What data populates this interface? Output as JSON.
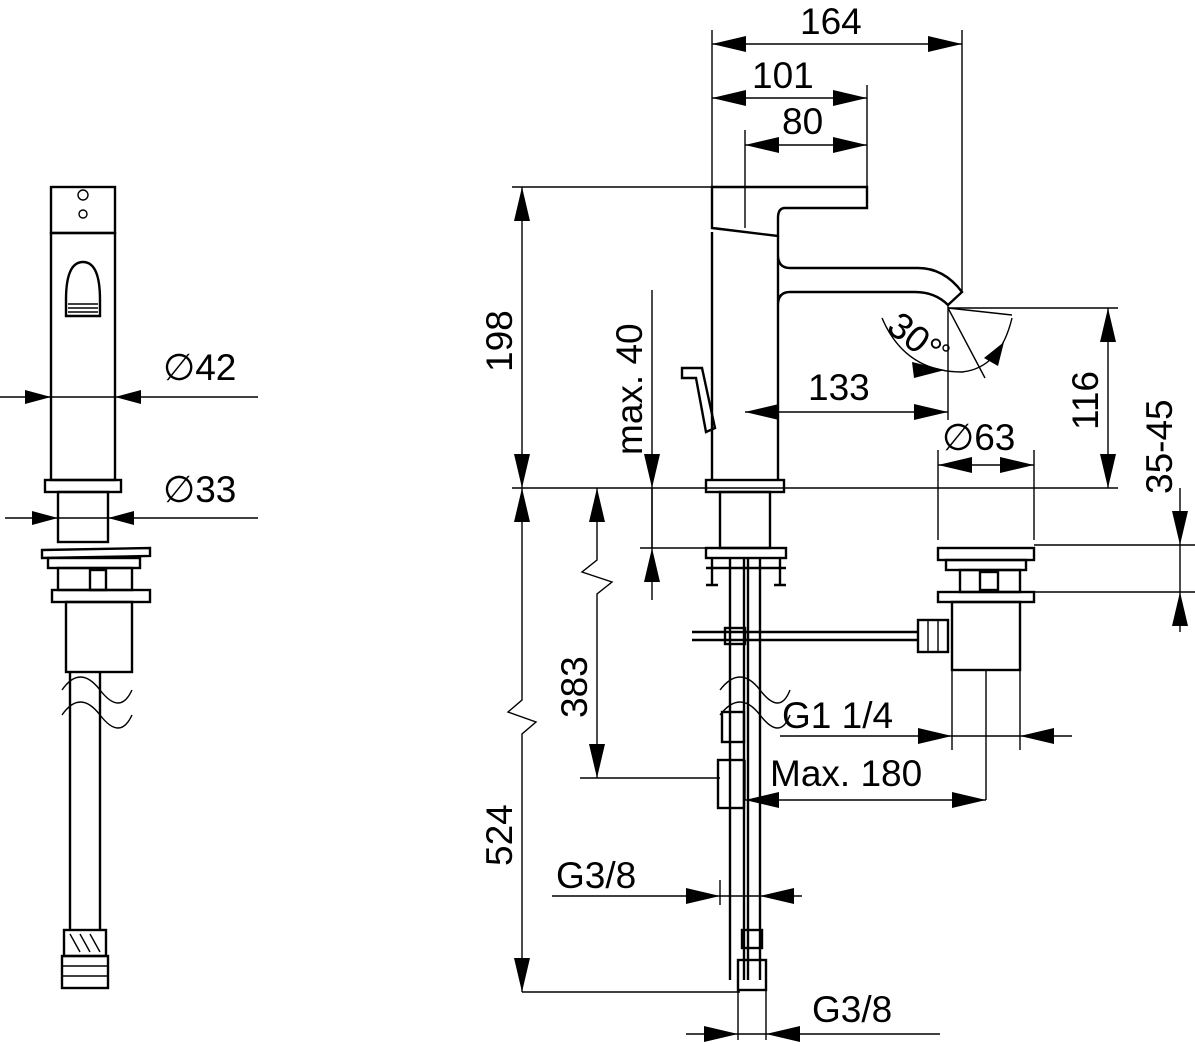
{
  "dimensions": {
    "d164": "164",
    "d101": "101",
    "d80": "80",
    "d198": "198",
    "max40": "max. 40",
    "d133": "133",
    "angle30": "30°",
    "d116": "116",
    "dia63": "∅63",
    "r3545": "35-45",
    "dia42": "∅42",
    "dia33": "∅33",
    "d383": "383",
    "g114": "G1 1/4",
    "max180": "Max. 180",
    "d524": "524",
    "g38a": "G3/8",
    "g38b": "G3/8"
  }
}
